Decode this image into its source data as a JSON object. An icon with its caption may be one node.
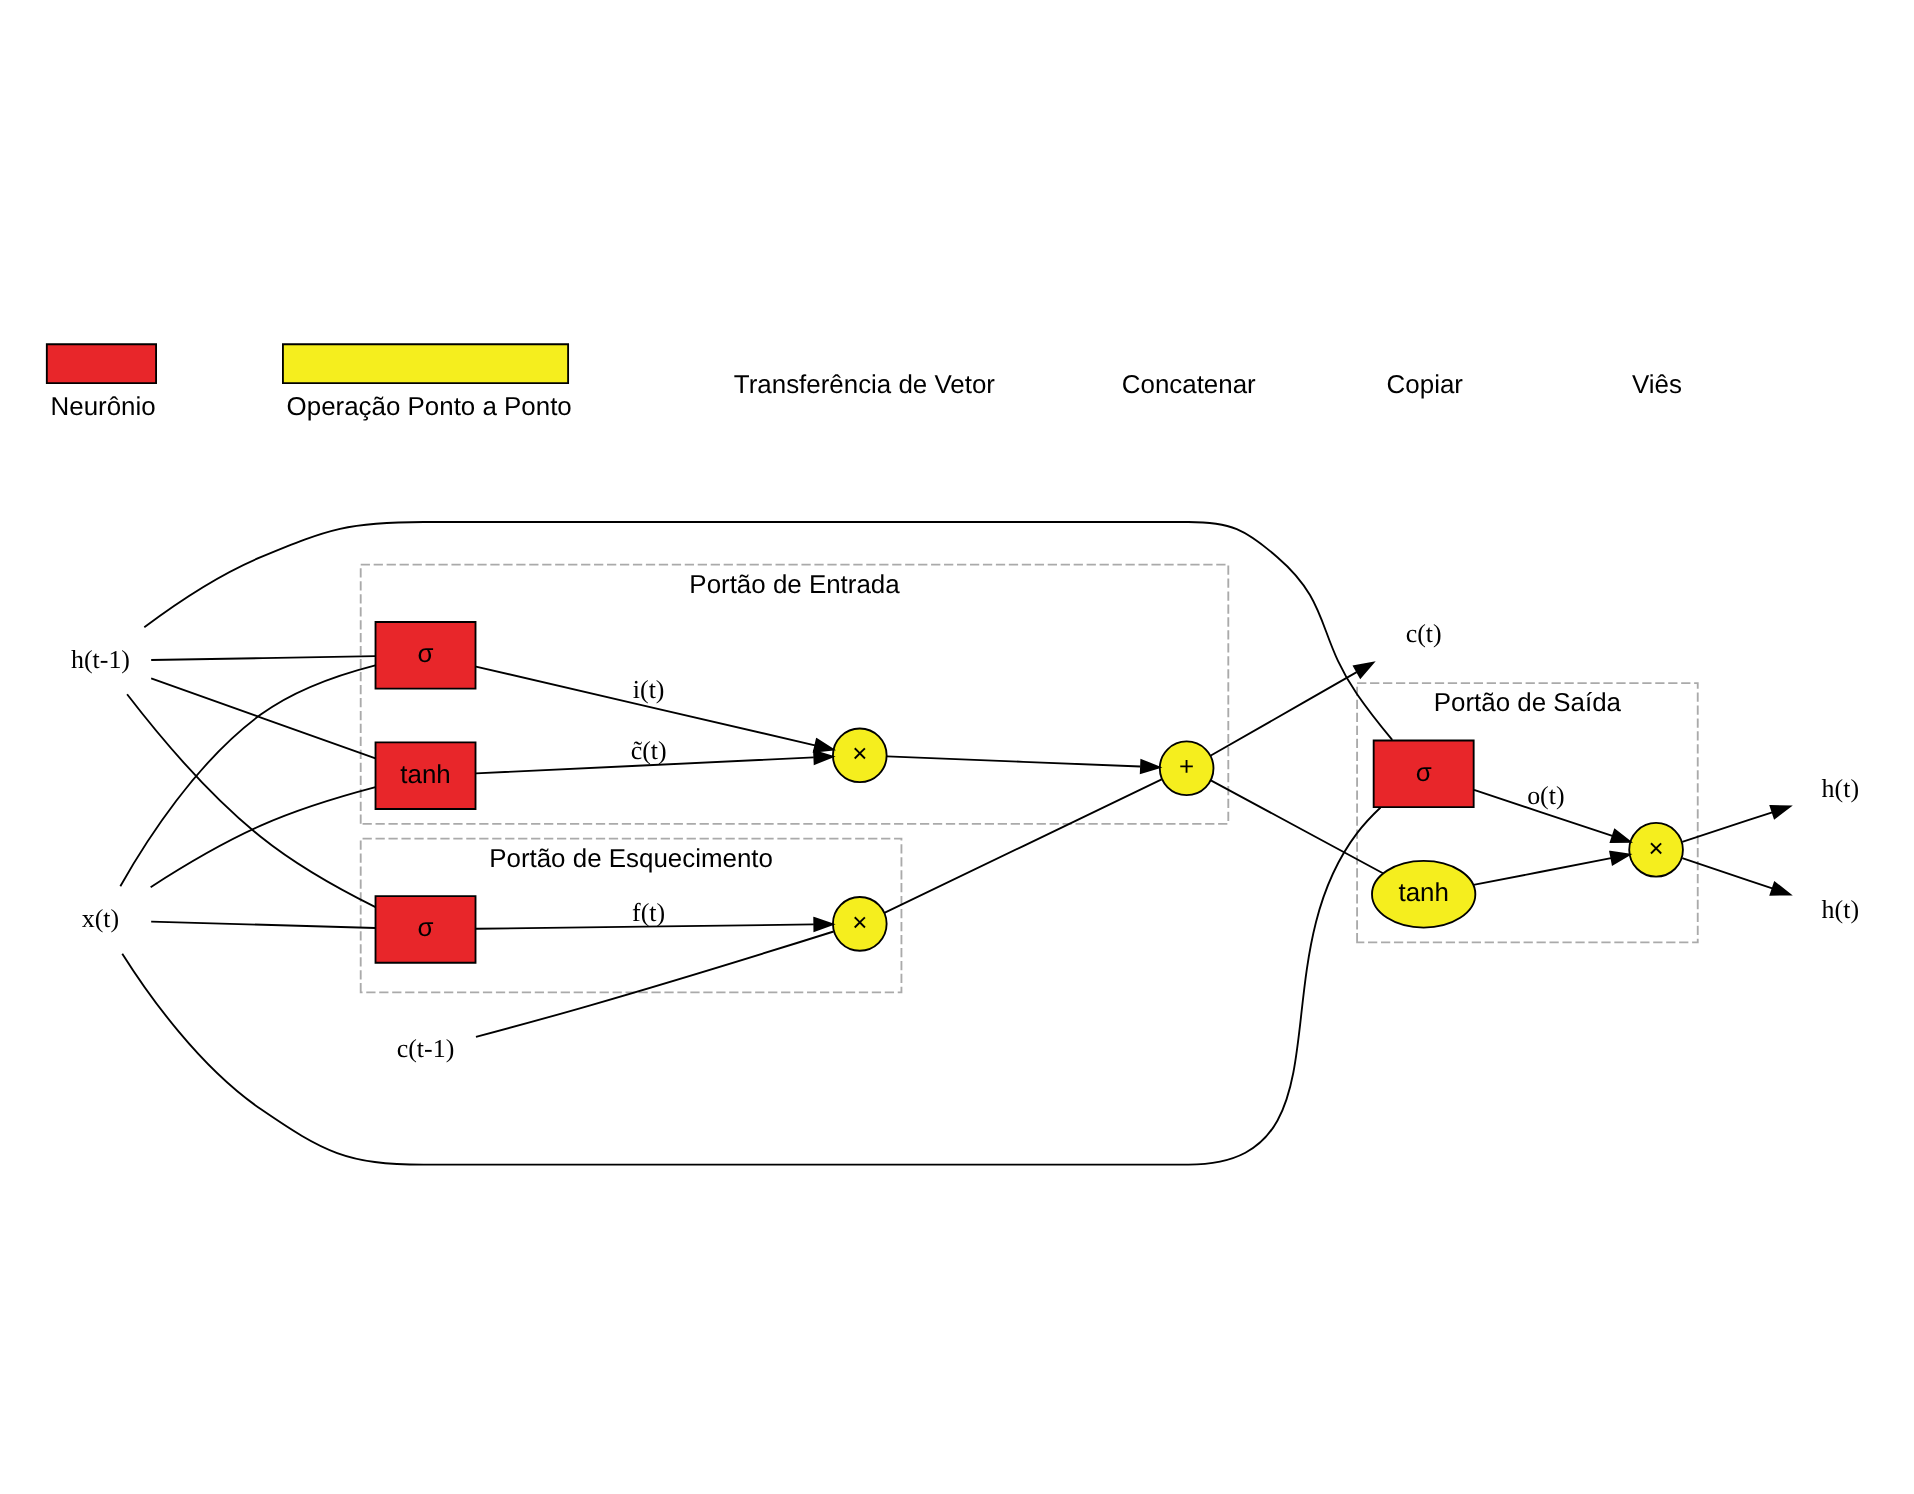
{
  "diagram": {
    "nodes": [
      {
        "text": [
          "Portão de Esquecimento"
        ]
      },
      {
        "text": [
          "Portão de Entrada"
        ]
      },
      {
        "text": [
          "Portão de Saída"
        ]
      },
      {
        "text": [
          "c(t-1)"
        ]
      },
      {
        "text": [
          "h(t-1)"
        ]
      },
      {
        "text": [
          "x(t)"
        ]
      },
      {
        "text": [
          "×"
        ],
        "in": 0
      },
      {
        "text": [
          "σ"
        ],
        "in": 0
      },
      {
        "text": [
          "+"
        ],
        "in": 1
      },
      {
        "text": [
          "×"
        ],
        "in": 1
      },
      {
        "text": [
          "σ"
        ],
        "in": 1
      },
      {
        "text": [
          "tanh"
        ],
        "in": 1
      },
      {
        "text": [
          "tanh"
        ],
        "in": 2
      },
      {
        "text": [
          "σ"
        ],
        "in": 2
      },
      {
        "text": [
          "×"
        ],
        "in": 2
      },
      {
        "text": [
          "c(t)"
        ]
      },
      {
        "text": [
          "h(t)"
        ]
      },
      {
        "text": [
          "h(t)"
        ]
      }
    ],
    "edges": [
      {
        "from": 3,
        "to": 6,
        "arrow": "none"
      },
      {
        "from": 6,
        "to": 8,
        "arrow": "none"
      },
      {
        "from": 8,
        "to": 15,
        "arrow": "to"
      },
      {
        "from": 8,
        "to": 12,
        "arrow": "none"
      },
      {
        "from": 12,
        "to": 14,
        "arrow": "to"
      },
      {
        "from": 4,
        "to": 7,
        "arrow": "none"
      },
      {
        "from": 4,
        "to": 10,
        "arrow": "none"
      },
      {
        "from": 4,
        "to": 11,
        "arrow": "none"
      },
      {
        "from": 4,
        "to": 13,
        "arrow": "none"
      },
      {
        "from": 5,
        "to": 7,
        "arrow": "none"
      },
      {
        "from": 5,
        "to": 10,
        "arrow": "none"
      },
      {
        "from": 5,
        "to": 11,
        "arrow": "none"
      },
      {
        "from": 5,
        "to": 13,
        "arrow": "none"
      },
      {
        "from": 7,
        "to": 6,
        "arrow": "to",
        "label": "f(t)"
      },
      {
        "from": 10,
        "to": 9,
        "arrow": "to",
        "label": "i(t)"
      },
      {
        "from": 11,
        "to": 9,
        "arrow": "to",
        "label": "c̃(t)"
      },
      {
        "from": 9,
        "to": 8,
        "arrow": "to"
      },
      {
        "from": 13,
        "to": 14,
        "arrow": "to",
        "label": "o(t)"
      },
      {
        "from": 14,
        "to": 16,
        "arrow": "to"
      },
      {
        "from": 14,
        "to": 17,
        "arrow": "to"
      }
    ],
    "legend": [
      {
        "text": "Neurônio",
        "color": "#e8262a"
      },
      {
        "text": "Operação Ponto a Ponto",
        "color": "#f5ee1e"
      },
      {
        "text": "Transferência de Vetor"
      },
      {
        "text": "Concatenar"
      },
      {
        "text": "Copiar"
      },
      {
        "text": "Viês"
      }
    ]
  }
}
